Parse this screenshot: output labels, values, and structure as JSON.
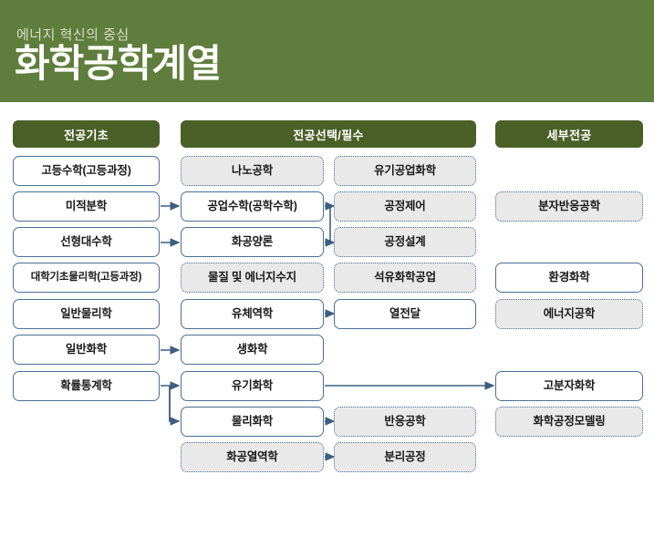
{
  "banner": {
    "subtitle": "에너지 혁신의 중심",
    "title": "화학공학계열",
    "bg_color": "#5F7D3C",
    "title_color": "#FFFFFF",
    "subtitle_color": "#D7DEC9"
  },
  "theme": {
    "column_header_color": "#4A6027",
    "node_border_color": "#4A6F95",
    "node_solid_fill": "#FFFFFF",
    "node_dotted_fill": "#E9E9E9",
    "arrow_color": "#3D5E80",
    "page_bg": "#FFFFFF"
  },
  "columns": [
    {
      "label": "전공기초"
    },
    {
      "label": "전공선택/필수"
    },
    {
      "label": "세부전공"
    }
  ],
  "nodes": {
    "basics": [
      {
        "label": "고등수학(고등과정)",
        "style": "solid"
      },
      {
        "label": "미적분학",
        "style": "solid"
      },
      {
        "label": "선형대수학",
        "style": "solid"
      },
      {
        "label": "대학기초물리학(고등과정)",
        "style": "solid"
      },
      {
        "label": "일반물리학",
        "style": "solid"
      },
      {
        "label": "일반화학",
        "style": "solid"
      },
      {
        "label": "확률통계학",
        "style": "solid"
      }
    ],
    "major_left": [
      {
        "label": "나노공학",
        "style": "dotted"
      },
      {
        "label": "공업수학(공학수학)",
        "style": "solid"
      },
      {
        "label": "화공양론",
        "style": "solid"
      },
      {
        "label": "물질 및 에너지수지",
        "style": "dotted"
      },
      {
        "label": "유체역학",
        "style": "solid"
      },
      {
        "label": "생화학",
        "style": "solid"
      },
      {
        "label": "유기화학",
        "style": "solid"
      },
      {
        "label": "물리화학",
        "style": "solid"
      },
      {
        "label": "화공열역학",
        "style": "dotted"
      }
    ],
    "major_right": [
      {
        "label": "유기공업화학",
        "style": "dotted"
      },
      {
        "label": "공정제어",
        "style": "dotted"
      },
      {
        "label": "공정설계",
        "style": "dotted"
      },
      {
        "label": "석유화학공업",
        "style": "dotted"
      },
      {
        "label": "열전달",
        "style": "solid"
      },
      {
        "label": "반응공학",
        "style": "dotted"
      },
      {
        "label": "분리공정",
        "style": "dotted"
      }
    ],
    "specialization": [
      {
        "label": "분자반응공학",
        "style": "dotted"
      },
      {
        "label": "환경화학",
        "style": "solid"
      },
      {
        "label": "에너지공학",
        "style": "dotted"
      },
      {
        "label": "고분자화학",
        "style": "solid"
      },
      {
        "label": "화학공정모델링",
        "style": "dotted"
      }
    ]
  }
}
